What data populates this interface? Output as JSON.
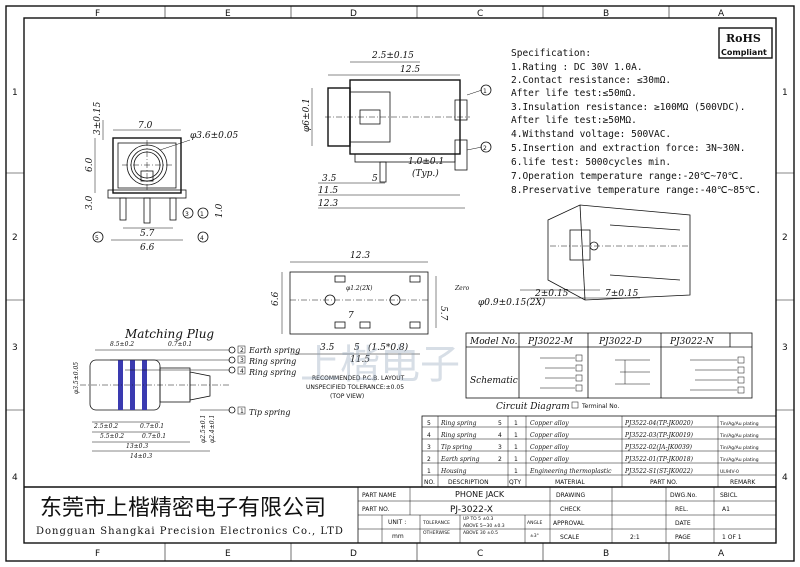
{
  "border": {
    "columns_top": [
      "F",
      "E",
      "D",
      "C",
      "B",
      "A"
    ],
    "columns_bottom": [
      "F",
      "E",
      "D",
      "C",
      "B",
      "A"
    ],
    "rows_left": [
      "1",
      "2",
      "3",
      "4"
    ],
    "rows_right": [
      "1",
      "2",
      "3",
      "4"
    ]
  },
  "rohs": {
    "line1": "RoHS",
    "line2": "Compliant"
  },
  "specification": {
    "title": "Specification:",
    "items": [
      "1.Rating : DC 30V 1.0A.",
      "2.Contact resistance: ≤30mΩ.",
      "   After life test:≤50mΩ.",
      "3.Insulation resistance: ≥100MΩ (500VDC).",
      "   After life test:≥50MΩ.",
      "4.Withstand voltage: 500VAC.",
      "5.Insertion and extraction force: 3N~30N.",
      "6.life test: 5000cycles min.",
      "7.Operation temperature range:-20℃~70℃.",
      "8.Preservative temperature range:-40℃~85℃."
    ]
  },
  "front_view": {
    "dims": {
      "height": "3±0.15",
      "height2": "6.0",
      "width": "7.0",
      "hole": "φ3.6±0.05",
      "bottom1": "3.0",
      "bottom2": "1.0",
      "w1": "5.7",
      "w2": "6.6"
    },
    "pins": [
      "5",
      "3",
      "4",
      "1"
    ]
  },
  "side_view": {
    "dims": {
      "top1": "2.5±0.15",
      "top2": "12.5",
      "dia": "φ6±0.1",
      "d1": "1.0±0.1",
      "typ": "(Typ.)",
      "b1": "3.5",
      "b2": "11.5",
      "b3": "12.3",
      "b4": "5"
    },
    "pins": [
      "1",
      "2"
    ]
  },
  "pcb_layout": {
    "dims": {
      "top": "12.3",
      "h": "6.6",
      "h2": "5.7",
      "holes": "φ1.2(2X)",
      "p1": "7",
      "p2": "3.5",
      "p3": "5",
      "p4": "(1.5*0.8)",
      "bottom": "11.5"
    },
    "caption1": "RECOMMENDED P.C.B. LAYOUT",
    "caption2": "UNSPECIFIED TOLERANCE:±0.05",
    "caption3": "(TOP VIEW)"
  },
  "iso_view": {
    "dims": {
      "zero": "Zero",
      "hole": "φ0.9±0.15(2X)",
      "d1": "2±0.15",
      "d2": "7±0.15"
    }
  },
  "matching_plug": {
    "title": "Matching Plug",
    "labels": [
      "Earth spring",
      "Ring spring",
      "Ring spring",
      "Tip spring"
    ],
    "label_nums": [
      "2",
      "3",
      "4",
      "1"
    ],
    "dims": {
      "t1": "8.5±0.2",
      "t2": "0.7±0.1",
      "dia1": "φ3.5±0.05",
      "dia2": "φ2.5±0.1",
      "dia3": "φ2.4±0.1",
      "b1": "2.5±0.2",
      "b2": "0.7±0.1",
      "b3": "5.5±0.2",
      "b4": "0.7±0.1",
      "b5": "13±0.3",
      "b6": "14±0.3"
    }
  },
  "schematic": {
    "header": [
      "Model No.",
      "PJ3022-M",
      "PJ3022-D",
      "PJ3022-N"
    ],
    "row_label": "Schematic",
    "caption": "Circuit Diagram",
    "terminal_no": "Terminal No."
  },
  "bom": {
    "rows": [
      {
        "no": "5",
        "desc": "Ring spring",
        "box": "5",
        "qty": "1",
        "mat": "Copper alloy",
        "part": "PJ3522-04(TP-JK0020)",
        "rem": "Tin/Ag/Au plating"
      },
      {
        "no": "4",
        "desc": "Ring spring",
        "box": "4",
        "qty": "1",
        "mat": "Copper alloy",
        "part": "PJ3522-03(TP-JK0019)",
        "rem": "Tin/Ag/Au plating"
      },
      {
        "no": "3",
        "desc": "Tip spring",
        "box": "3",
        "qty": "1",
        "mat": "Copper alloy",
        "part": "PJ3522-02(JA-JK0039)",
        "rem": "Tin/Ag/Au plating"
      },
      {
        "no": "2",
        "desc": "Earth spring",
        "box": "2",
        "qty": "1",
        "mat": "Copper alloy",
        "part": "PJ3522-01(TP-JK0018)",
        "rem": "Tin/Ag/Au plating"
      },
      {
        "no": "1",
        "desc": "Housing",
        "box": "",
        "qty": "1",
        "mat": "Engineering thermoplastic",
        "part": "PJ3522-S1(ST-JK0022)",
        "rem": "UL94V-0"
      }
    ],
    "header": [
      "NO.",
      "DESCRIPTION",
      "QTY",
      "MATERIAL",
      "PART NO.",
      "REMARK"
    ]
  },
  "title_block": {
    "company_cn": "东莞市上楷精密电子有限公司",
    "company_en": "Dongguan Shangkai Precision Electronics Co., LTD",
    "part_name_label": "PART NAME",
    "part_name": "PHONE JACK",
    "part_no_label": "PART NO.",
    "part_no": "PJ-3022-X",
    "unit_label": "UNIT :",
    "unit": "mm",
    "tolerance_label": "TOLERANCE",
    "otherwise_label": "OTHERWISE",
    "tol_rows": [
      "UP TO 5   ±0.3",
      "ABOVE 5~30 ±0.3",
      "ABOVE 30  ±0.5"
    ],
    "angle_label": "ANGLE",
    "angle_val": "±3°",
    "drawing": "DRAWING",
    "check": "CHECK",
    "approval": "APPROVAL",
    "scale": "SCALE",
    "scale_val": "2:1",
    "dwg_no_label": "DWG.No.",
    "dwg_no": "SBICL",
    "rel_label": "REL.",
    "rel": "A1",
    "date_label": "DATE",
    "page_label": "PAGE",
    "page": "1 OF 1"
  },
  "watermark": "上楷电子"
}
